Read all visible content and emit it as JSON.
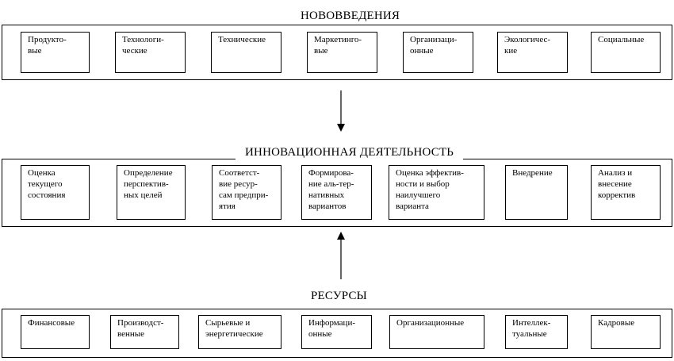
{
  "innovations": {
    "title": "НОВОВВЕДЕНИЯ",
    "items": [
      {
        "lines": [
          "Продукто-",
          "вые"
        ]
      },
      {
        "lines": [
          "Технологи-",
          "ческие"
        ]
      },
      {
        "lines": [
          "Технические"
        ]
      },
      {
        "lines": [
          "Маркетинго-",
          "вые"
        ]
      },
      {
        "lines": [
          "Организаци-",
          "онные"
        ]
      },
      {
        "lines": [
          "Экологичес-",
          "кие"
        ]
      },
      {
        "lines": [
          "Социальные"
        ]
      }
    ]
  },
  "activity": {
    "title": "ИННОВАЦИОННАЯ ДЕЯТЕЛЬНОСТЬ",
    "items": [
      {
        "lines": [
          "Оценка",
          "текущего",
          "состояния"
        ]
      },
      {
        "lines": [
          "Определение",
          "перспектив-",
          "ных целей"
        ]
      },
      {
        "lines": [
          "Соответст-",
          "вие ресур-",
          "сам предпри-",
          "ятия"
        ]
      },
      {
        "lines": [
          "Формирова-",
          "ние аль-тер-",
          "нативных",
          "вариантов"
        ]
      },
      {
        "lines": [
          "Оценка эффектив-",
          "ности и выбор",
          "наилучшего",
          "варианта"
        ]
      },
      {
        "lines": [
          "Внедрение"
        ]
      },
      {
        "lines": [
          "Анализ и",
          "внесение",
          "корректив"
        ]
      }
    ]
  },
  "resources": {
    "title": "РЕСУРСЫ",
    "items": [
      {
        "lines": [
          "Финансовые"
        ]
      },
      {
        "lines": [
          "Производст-",
          "венные"
        ]
      },
      {
        "lines": [
          "Сырьевые и",
          "энергетические"
        ]
      },
      {
        "lines": [
          "Информаци-",
          "онные"
        ]
      },
      {
        "lines": [
          "Организационные"
        ]
      },
      {
        "lines": [
          "Интеллек-",
          "туальные"
        ]
      },
      {
        "lines": [
          "Кадровые"
        ]
      }
    ]
  }
}
